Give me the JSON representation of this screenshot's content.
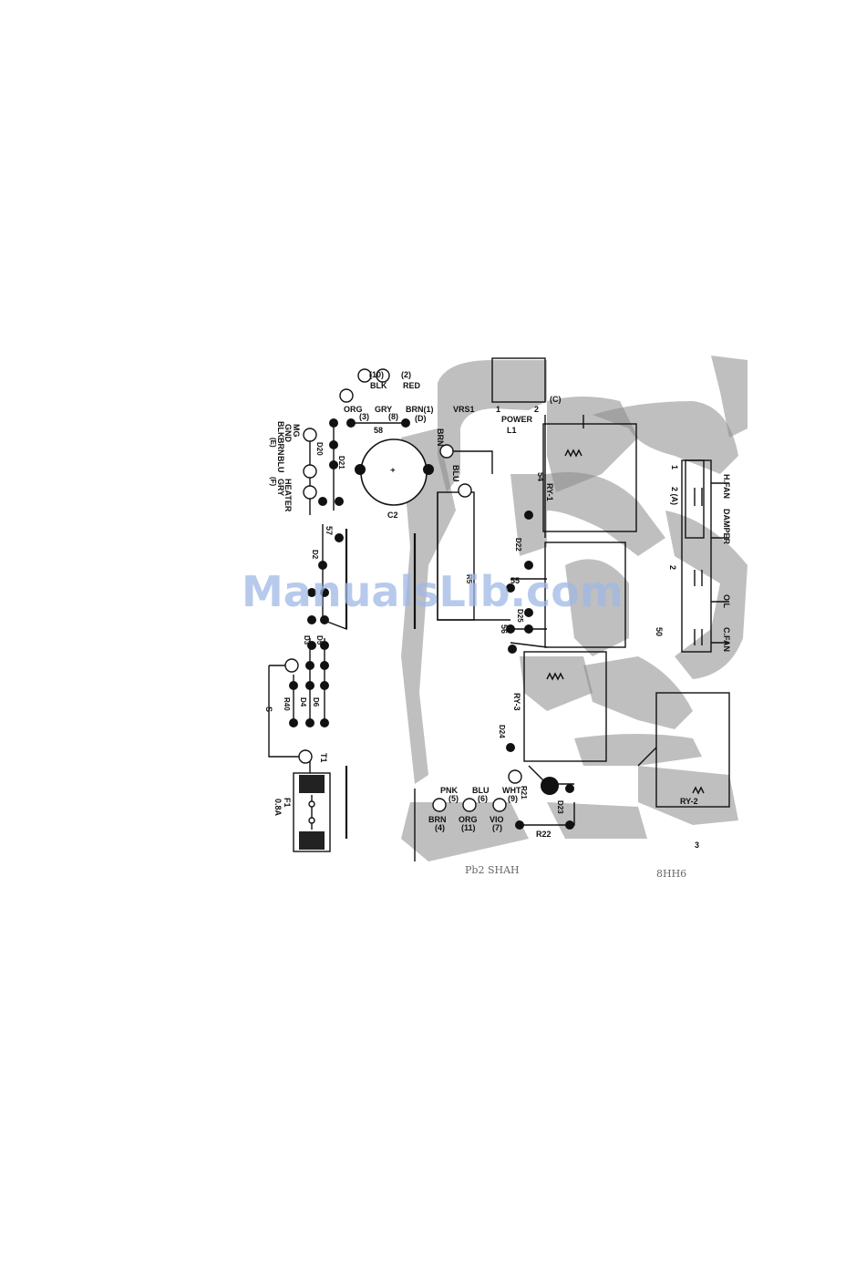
{
  "diagram": {
    "watermark": "ManualsLib.com",
    "top_connector": {
      "power_label": "POWER",
      "vrs_label": "VRS1",
      "l1_label": "L1",
      "c_label": "(C)",
      "pin1": "1",
      "pin2": "2"
    },
    "wire_colors_top": [
      {
        "text": "(10)"
      },
      {
        "text": "(2)"
      },
      {
        "text": "BLK"
      },
      {
        "text": "RED"
      },
      {
        "text": "ORG"
      },
      {
        "text": "GRY"
      },
      {
        "text": "BRN(1)"
      },
      {
        "text": "(3)"
      },
      {
        "text": "(8)"
      },
      {
        "text": "(D)"
      }
    ],
    "left_labels": [
      "MG",
      "GND",
      "HEATER",
      "BLK",
      "BRN",
      "BLU",
      "GRY",
      "(E)",
      "(F)"
    ],
    "capacitor": {
      "label": "C2",
      "number_58": "58",
      "number_57": "57"
    },
    "diodes": [
      "D20",
      "D21",
      "D2",
      "D3",
      "D5",
      "D4",
      "D6",
      "D22",
      "D23",
      "D24",
      "D25"
    ],
    "resistors": [
      "R40",
      "R21",
      "R22",
      "R5"
    ],
    "transformer": {
      "label": "T1",
      "s_label": "S"
    },
    "fuse": {
      "label": "F1",
      "rating": "0.8A"
    },
    "relays": [
      "RY-1",
      "RY-2",
      "RY-3"
    ],
    "center_numbers": {
      "n54": "54",
      "n55": "55",
      "n56": "56",
      "n50": "50",
      "n2": "2",
      "n1": "1",
      "n2a": "2 (A)",
      "n3": "3"
    },
    "bottom_connector": [
      {
        "text": "PNK"
      },
      {
        "text": "(5)"
      },
      {
        "text": "BLU"
      },
      {
        "text": "(6)"
      },
      {
        "text": "WHT"
      },
      {
        "text": "(9)"
      },
      {
        "text": "BRN"
      },
      {
        "text": "(4)"
      },
      {
        "text": "ORG"
      },
      {
        "text": "(11)"
      },
      {
        "text": "VIO"
      },
      {
        "text": "(7)"
      }
    ],
    "right_labels": {
      "hfan": "H.FAN",
      "damper": "DAMPER",
      "ol": "O.L",
      "cfan": "C.FAN"
    },
    "side_wire_labels": {
      "brn": "BRN",
      "blu": "BLU"
    },
    "handwritten": {
      "left": "Pb2  SHAH",
      "right": "8HH6"
    }
  }
}
